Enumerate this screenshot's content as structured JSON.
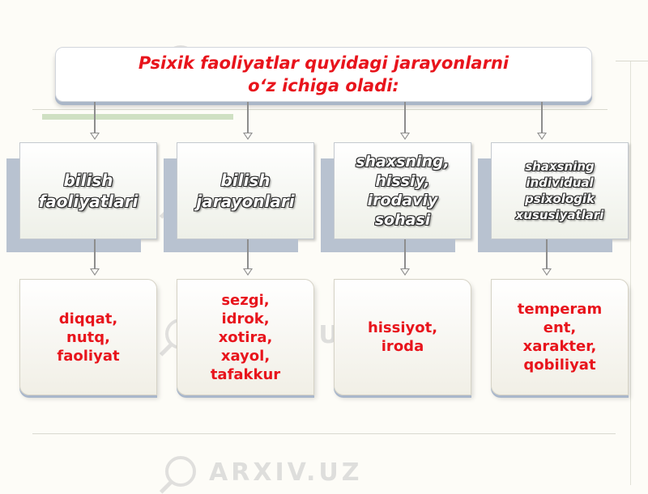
{
  "title": {
    "line1": "Psixik faoliyatlar  quyidagi jarayonlarni",
    "line2": "o‘z ichiga oladi:"
  },
  "categories": [
    {
      "label": "bilish\nfaoliyatlari",
      "items": "diqqat,\nnutq,\nfaoliyat"
    },
    {
      "label": "bilish\njarayonlari",
      "items": "sezgi,\nidrok,\nxotira,\nxayol,\ntafakkur"
    },
    {
      "label": "shaxsning,\nhissiy,\nirodaviy\nsohasi",
      "items": "hissiyot,\niroda"
    },
    {
      "label": "shaxsning\nindividual\npsixologik\nxususiyatlari",
      "items": "temperam\nent,\nxarakter,\nqobiliyat"
    }
  ],
  "watermark": "ARXIV.UZ",
  "colors": {
    "title_text": "#e8141c",
    "item_text": "#e8141c",
    "accent_band": "#cfe0c3",
    "box_shadow_blue": "#b8c2d0"
  }
}
